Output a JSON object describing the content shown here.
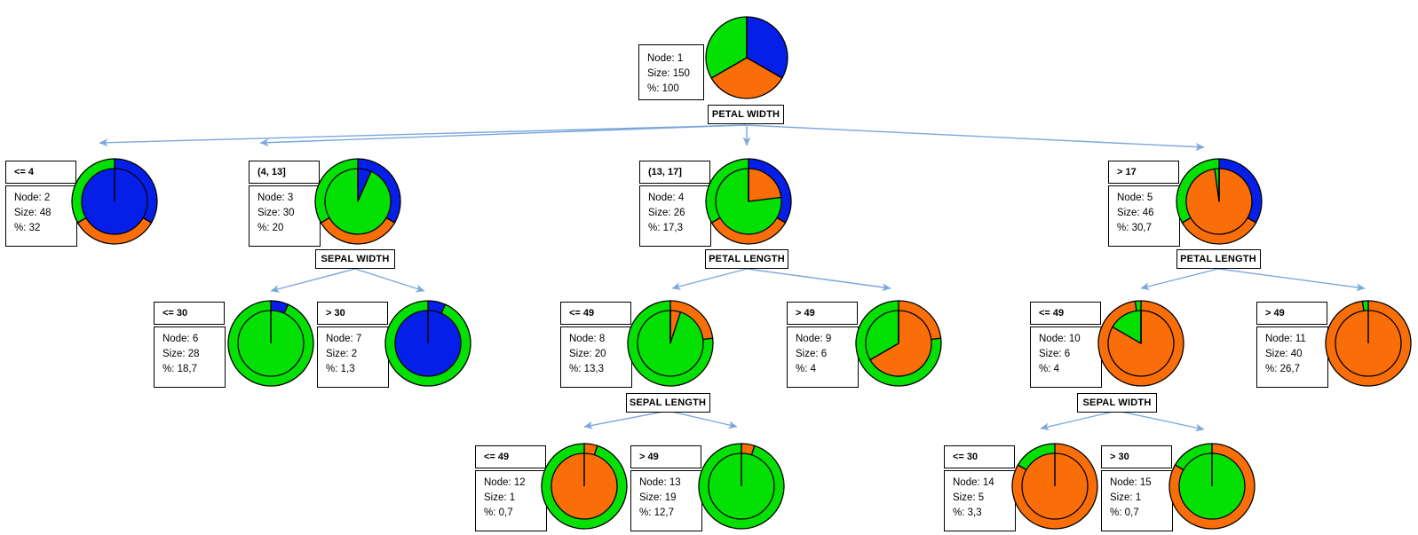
{
  "colors": {
    "blue": "#051fe8",
    "orange": "#fa6e09",
    "green": "#04e004",
    "arrow": "#7ba7dd",
    "outline": "#000000",
    "box_background": "#ffffff"
  },
  "tree": {
    "description": "Decision tree of donut pie nodes; outer ring shows parent class distribution, inner pie shows node class distribution. Slice order clockwise from top: blue, orange, green.",
    "nodes": [
      {
        "id": 1,
        "condition": "",
        "split": "PETAL WIDTH",
        "stats": {
          "node": "Node: 1",
          "size": "Size: 150",
          "pct": "%: 100"
        },
        "inner": [
          [
            "blue",
            50
          ],
          [
            "orange",
            50
          ],
          [
            "green",
            50
          ]
        ],
        "outer": null
      },
      {
        "id": 2,
        "condition": "<= 4",
        "split": "",
        "stats": {
          "node": "Node: 2",
          "size": "Size: 48",
          "pct": "%: 32"
        },
        "inner": [
          [
            "blue",
            48
          ]
        ],
        "outer": [
          [
            "blue",
            50
          ],
          [
            "orange",
            50
          ],
          [
            "green",
            50
          ]
        ]
      },
      {
        "id": 3,
        "condition": "(4, 13]",
        "split": "SEPAL WIDTH",
        "stats": {
          "node": "Node: 3",
          "size": "Size: 30",
          "pct": "%: 20"
        },
        "inner": [
          [
            "blue",
            2
          ],
          [
            "green",
            28
          ]
        ],
        "outer": [
          [
            "blue",
            50
          ],
          [
            "orange",
            50
          ],
          [
            "green",
            50
          ]
        ]
      },
      {
        "id": 4,
        "condition": "(13, 17]",
        "split": "PETAL LENGTH",
        "stats": {
          "node": "Node: 4",
          "size": "Size: 26",
          "pct": "%: 17,3"
        },
        "inner": [
          [
            "orange",
            6
          ],
          [
            "green",
            20
          ]
        ],
        "outer": [
          [
            "blue",
            50
          ],
          [
            "orange",
            50
          ],
          [
            "green",
            50
          ]
        ]
      },
      {
        "id": 5,
        "condition": "> 17",
        "split": "PETAL LENGTH",
        "stats": {
          "node": "Node: 5",
          "size": "Size: 46",
          "pct": "%: 30,7"
        },
        "inner": [
          [
            "orange",
            45
          ],
          [
            "green",
            1
          ]
        ],
        "outer": [
          [
            "blue",
            50
          ],
          [
            "orange",
            50
          ],
          [
            "green",
            50
          ]
        ]
      },
      {
        "id": 6,
        "condition": "<= 30",
        "split": "",
        "stats": {
          "node": "Node: 6",
          "size": "Size: 28",
          "pct": "%: 18,7"
        },
        "inner": [
          [
            "green",
            28
          ]
        ],
        "outer": [
          [
            "blue",
            2
          ],
          [
            "green",
            28
          ]
        ]
      },
      {
        "id": 7,
        "condition": "> 30",
        "split": "",
        "stats": {
          "node": "Node: 7",
          "size": "Size: 2",
          "pct": "%: 1,3"
        },
        "inner": [
          [
            "blue",
            2
          ]
        ],
        "outer": [
          [
            "blue",
            2
          ],
          [
            "green",
            28
          ]
        ]
      },
      {
        "id": 8,
        "condition": "<= 49",
        "split": "SEPAL LENGTH",
        "stats": {
          "node": "Node: 8",
          "size": "Size: 20",
          "pct": "%: 13,3"
        },
        "inner": [
          [
            "orange",
            1
          ],
          [
            "green",
            19
          ]
        ],
        "outer": [
          [
            "orange",
            6
          ],
          [
            "green",
            20
          ]
        ]
      },
      {
        "id": 9,
        "condition": "> 49",
        "split": "",
        "stats": {
          "node": "Node: 9",
          "size": "Size: 6",
          "pct": "%: 4"
        },
        "inner": [
          [
            "orange",
            4
          ],
          [
            "green",
            2
          ]
        ],
        "outer": [
          [
            "orange",
            6
          ],
          [
            "green",
            20
          ]
        ]
      },
      {
        "id": 10,
        "condition": "<= 49",
        "split": "SEPAL WIDTH",
        "stats": {
          "node": "Node: 10",
          "size": "Size: 6",
          "pct": "%: 4"
        },
        "inner": [
          [
            "orange",
            5
          ],
          [
            "green",
            1
          ]
        ],
        "outer": [
          [
            "orange",
            45
          ],
          [
            "green",
            1
          ]
        ]
      },
      {
        "id": 11,
        "condition": "> 49",
        "split": "",
        "stats": {
          "node": "Node: 11",
          "size": "Size: 40",
          "pct": "%: 26,7"
        },
        "inner": [
          [
            "orange",
            40
          ]
        ],
        "outer": [
          [
            "orange",
            45
          ],
          [
            "green",
            1
          ]
        ]
      },
      {
        "id": 12,
        "condition": "<= 49",
        "split": "",
        "stats": {
          "node": "Node: 12",
          "size": "Size: 1",
          "pct": "%: 0,7"
        },
        "inner": [
          [
            "orange",
            1
          ]
        ],
        "outer": [
          [
            "orange",
            1
          ],
          [
            "green",
            19
          ]
        ]
      },
      {
        "id": 13,
        "condition": "> 49",
        "split": "",
        "stats": {
          "node": "Node: 13",
          "size": "Size: 19",
          "pct": "%: 12,7"
        },
        "inner": [
          [
            "green",
            19
          ]
        ],
        "outer": [
          [
            "orange",
            1
          ],
          [
            "green",
            19
          ]
        ]
      },
      {
        "id": 14,
        "condition": "<= 30",
        "split": "",
        "stats": {
          "node": "Node: 14",
          "size": "Size: 5",
          "pct": "%: 3,3"
        },
        "inner": [
          [
            "orange",
            5
          ]
        ],
        "outer": [
          [
            "orange",
            5
          ],
          [
            "green",
            1
          ]
        ]
      },
      {
        "id": 15,
        "condition": "> 30",
        "split": "",
        "stats": {
          "node": "Node: 15",
          "size": "Size: 1",
          "pct": "%: 0,7"
        },
        "inner": [
          [
            "green",
            1
          ]
        ],
        "outer": [
          [
            "orange",
            5
          ],
          [
            "green",
            1
          ]
        ]
      }
    ]
  }
}
